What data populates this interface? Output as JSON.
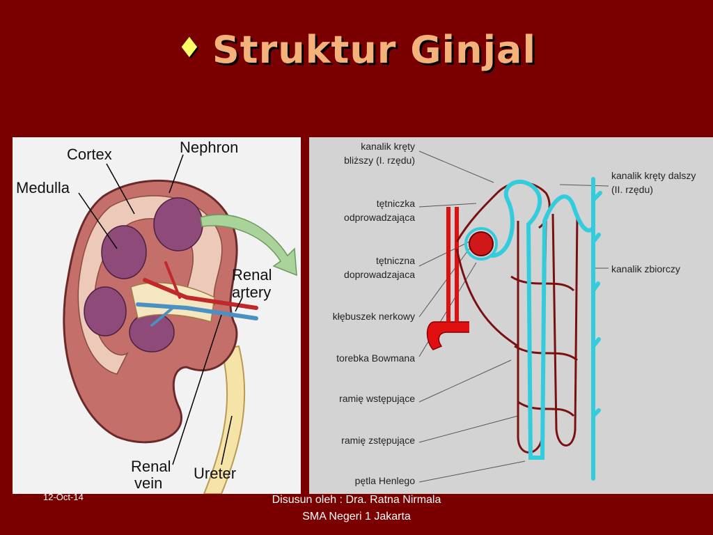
{
  "slide": {
    "bullet": "♦",
    "title": "Struktur Ginjal",
    "date": "12-Oct-14",
    "credit_line1": "Disusun oleh : Dra. Ratna Nirmala",
    "credit_line2": "SMA Negeri 1 Jakarta"
  },
  "kidney_diagram": {
    "labels": {
      "cortex": "Cortex",
      "nephron": "Nephron",
      "medulla": "Medulla",
      "renal_artery_1": "Renal",
      "renal_artery_2": "artery",
      "renal_vein_1": "Renal",
      "renal_vein_2": "vein",
      "ureter": "Ureter"
    }
  },
  "nephron_diagram": {
    "labels": [
      "kanalik kręty",
      "bliższy (I. rzędu)",
      "tętniczka",
      "odprowadzająca",
      "tętniczna",
      "doprowadzajaca",
      "kłębuszek nerkowy",
      "torebka Bowmana",
      "ramię wstępujące",
      "ramię zstępujące",
      "pętla Henlego"
    ],
    "right_labels": [
      "kanalik kręty dalszy",
      "(II. rzędu)",
      "kanalik zbiorczy"
    ]
  },
  "colors": {
    "background": "#7a0000",
    "title": "#f4b27a",
    "bullet": "#ffff66",
    "artery": "#e01010",
    "vein": "#7a1010",
    "tubule": "#33ccdd"
  }
}
